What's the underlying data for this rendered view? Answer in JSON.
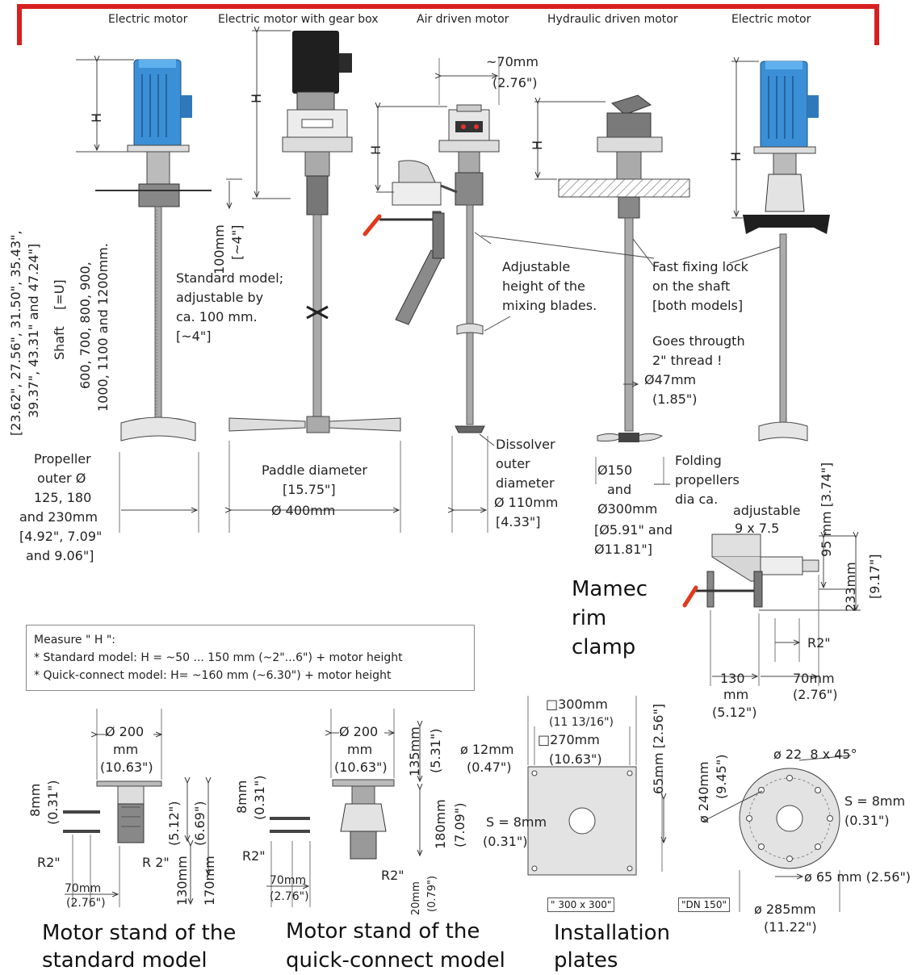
{
  "colors": {
    "frame_red": "#d81f1f",
    "motor_blue": "#3b8fd6",
    "motor_black": "#1f1f1f",
    "steel": "#9a9a9a",
    "handle_red": "#e03a1e"
  },
  "header": {
    "labels": [
      "Electric motor",
      "Electric motor with gear box",
      "Air driven motor",
      "Hydraulic driven motor",
      "Electric motor"
    ]
  },
  "shaft_note": {
    "line1": "[23.62\", 27.56\", 31.50\", 35.43\",",
    "line2": "39.37\", 43.31\" and 47.24\"]",
    "line3": "Shaft    [=U]",
    "line4": "600, 700, 800, 900,",
    "line5": "1000, 1100 and 1200mm."
  },
  "dims": {
    "h": "H",
    "h100": "100mm",
    "h100_in": "[~4\"]",
    "top70": "~70mm",
    "top70_in": "(2.76\")"
  },
  "standard_model": {
    "l1": "Standard model;",
    "l2": "adjustable by",
    "l3": "ca. 100 mm.",
    "l4": "[~4\"]"
  },
  "adjustable_height": {
    "l1": "Adjustable",
    "l2": "height of the",
    "l3": "mixing blades."
  },
  "fast_fixing": {
    "l1": "Fast fixing lock",
    "l2": "on the shaft",
    "l3": "[both models]"
  },
  "goes_through": {
    "l1": "Goes througth",
    "l2": "2\" thread !",
    "l3": "Ø47mm",
    "l4": "(1.85\")"
  },
  "propeller": {
    "l1": "Propeller",
    "l2": "outer Ø",
    "l3": "125, 180",
    "l4": "and 230mm",
    "l5": "[4.92\", 7.09\"",
    "l6": "and 9.06\"]"
  },
  "paddle": {
    "l1": "Paddle diameter",
    "l2": "[15.75\"]",
    "l3": "Ø 400mm"
  },
  "dissolver": {
    "l1": "Dissolver",
    "l2": "outer",
    "l3": "diameter",
    "l4": "Ø 110mm",
    "l5": "[4.33\"]"
  },
  "folding": {
    "sizes1": "Ø150",
    "sizes2": "and",
    "sizes3": "Ø300mm",
    "sizes4": "[Ø5.91\" and",
    "sizes5": "Ø11.81\"]",
    "f1": "Folding",
    "f2": "propellers",
    "f3": "dia ca."
  },
  "rim_clamp": {
    "title1": "Mamec",
    "title2": "rim",
    "title3": "clamp",
    "adjustable": "adjustable",
    "adj_size": "9 x 7.5",
    "d95": "95 mm [3.74\"]",
    "d233": "233mm",
    "d233_in": "[9.17\"]",
    "r2": "R2\"",
    "d130": "130",
    "d130_u": "mm",
    "d130_in": "(5.12\")",
    "d70": "70mm",
    "d70_in": "(2.76\")"
  },
  "measure_h": {
    "title": "Measure \" H \":",
    "l1": "* Standard model: H = ~50 ... 150 mm (~2\"...6\") + motor height",
    "l2": "* Quick-connect model: H= ~160 mm (~6.30\") + motor height"
  },
  "stand_standard": {
    "d200": "Ø 200",
    "d200_u": "mm",
    "d200_in": "(10.63\")",
    "d8": "8mm",
    "d8_in": "(0.31\")",
    "d512": "(5.12\")",
    "d669": "(6.69\")",
    "r2a": "R2\"",
    "r2b": "R 2\"",
    "d70": "70mm",
    "d70_in": "(2.76\")",
    "d130": "130mm",
    "d170": "170mm",
    "title1": "Motor stand of the",
    "title2": "standard model"
  },
  "stand_quick": {
    "d200": "Ø 200",
    "d200_u": "mm",
    "d200_in": "(10.63\")",
    "d135": "135mm",
    "d135_in": "(5.31\")",
    "d180": "180mm",
    "d180_in": "(7.09\")",
    "d8": "8mm",
    "d8_in": "(0.31\")",
    "r2a": "R2\"",
    "r2b": "R2\"",
    "d70": "70mm",
    "d70_in": "(2.76\")",
    "d20": "20mm",
    "d20_in": "(0.79\")",
    "title1": "Motor stand of the",
    "title2": "quick-connect model"
  },
  "plate_square": {
    "s300": "□300mm",
    "s300_in": "(11 13/16\")",
    "s270": "□270mm",
    "s270_in": "(10.63\")",
    "d12": "ø 12mm",
    "d12_in": "(0.47\")",
    "d65": "65mm [2.56\"]",
    "s8": "S = 8mm",
    "s8_in": "(0.31\")",
    "tag": "\" 300 x 300\""
  },
  "plate_round": {
    "holes": "ø 22  8 x 45°",
    "d240": "ø 240mm",
    "d240_in": "(9.45\")",
    "s8": "S = 8mm",
    "s8_in": "(0.31\")",
    "d65": "ø 65 mm (2.56\")",
    "d285": "ø 285mm",
    "d285_in": "(11.22\")",
    "tag": "\"DN 150\""
  },
  "installation": {
    "title1": "Installation",
    "title2": "plates"
  }
}
